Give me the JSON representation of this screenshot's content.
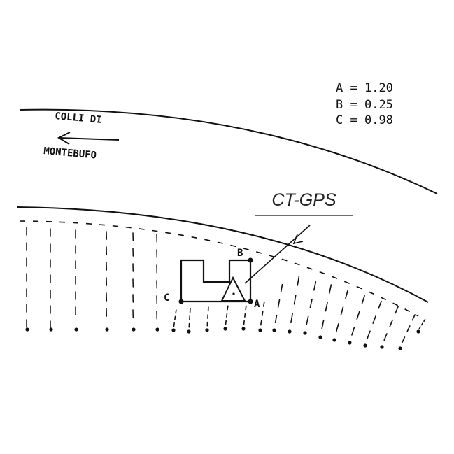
{
  "legend": [
    {
      "letter": "A",
      "value": "1.20"
    },
    {
      "letter": "B",
      "value": "0.25"
    },
    {
      "letter": "C",
      "value": "0.98"
    }
  ],
  "place": {
    "line1": "COLLI DI",
    "line2": "MONTEBUFO"
  },
  "station": {
    "label": "CT-GPS"
  },
  "points": {
    "a": "A",
    "b": "B",
    "c": "C"
  }
}
